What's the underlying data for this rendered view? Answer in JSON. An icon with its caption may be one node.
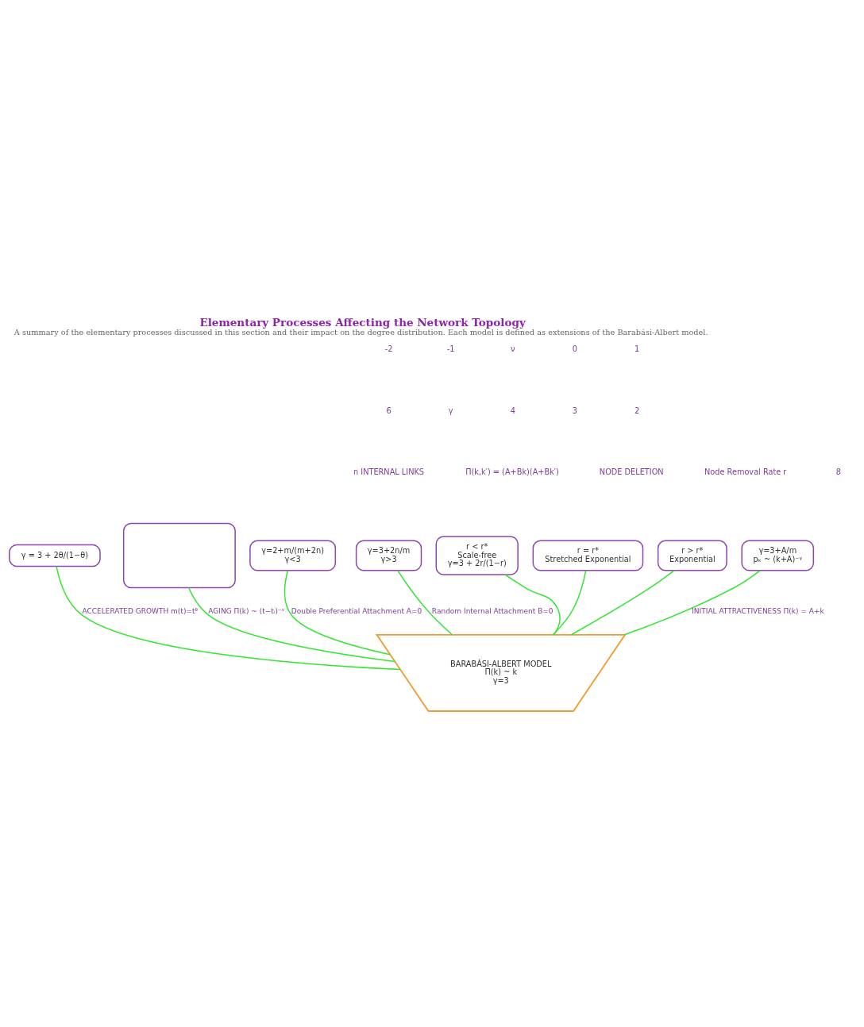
{
  "diagram": {
    "title": "Elementary Processes Affecting the Network Topology",
    "caption": "A summary of the elementary processes discussed in this section and their impact on the degree distribution. Each model is defined as extensions of the Barabási-Albert model.",
    "nodes": [
      {
        "text": [
          "BARABÁSI-ALBERT MODEL",
          "Π(k) ~ k",
          "γ=3"
        ]
      },
      {
        "text": [
          "γ = 3 + 2θ/(1−θ)"
        ]
      },
      {
        "text": [],
        "shape": "box"
      },
      {
        "text": [
          "γ=2+m/(m+2n)",
          "γ<3"
        ]
      },
      {
        "text": [
          "γ=3+2n/m",
          "γ>3"
        ]
      },
      {
        "text": [
          "r < r*",
          "Scale-free",
          "γ=3 + 2r/(1−r)"
        ]
      },
      {
        "text": [
          "r = r*",
          "Stretched Exponential"
        ]
      },
      {
        "text": [
          "r > r*",
          "Exponential"
        ]
      },
      {
        "text": [
          "γ=3+A/m",
          "pₖ ~ (k+A)⁻ᵞ"
        ]
      }
    ],
    "edges": [
      {
        "from": 0,
        "to": 1,
        "arrow": "none",
        "label": "ACCELERATED GROWTH m(t)=tᶿ"
      },
      {
        "from": 0,
        "to": 2,
        "arrow": "none",
        "label": "AGING Π(k) ~ (t−tᵢ)⁻ᵛ"
      },
      {
        "from": 0,
        "to": 3,
        "arrow": "none",
        "label": "Double Preferential Attachment A=0"
      },
      {
        "from": 0,
        "to": 4,
        "arrow": "none",
        "label": "Random Internal Attachment B=0"
      },
      {
        "from": 0,
        "to": 5,
        "arrow": "none"
      },
      {
        "from": 0,
        "to": 6,
        "arrow": "none"
      },
      {
        "from": 0,
        "to": 7,
        "arrow": "none"
      },
      {
        "from": 0,
        "to": 8,
        "arrow": "none",
        "label": "INITIAL ATTRACTIVENESS Π(k) = A+k"
      }
    ],
    "labels": [
      "n INTERNAL LINKS",
      "Π(k,k′) = (A+Bk)(A+Bk′)",
      "NODE DELETION",
      "Node Removal Rate r",
      "8",
      "6",
      "γ",
      "4",
      "3",
      "2",
      "-2",
      "-1",
      "ν",
      "0",
      "1"
    ]
  }
}
